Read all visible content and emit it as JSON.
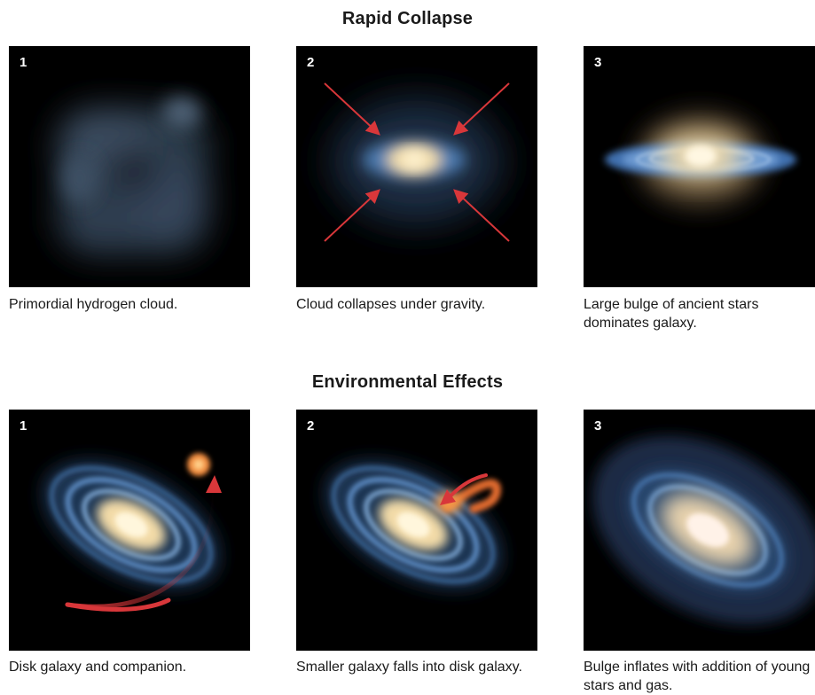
{
  "sections": [
    {
      "title": "Rapid Collapse",
      "panels": [
        {
          "number": "1",
          "caption": "Primordial hydrogen cloud."
        },
        {
          "number": "2",
          "caption": "Cloud collapses under gravity."
        },
        {
          "number": "3",
          "caption": "Large bulge of ancient stars dominates galaxy."
        }
      ]
    },
    {
      "title": "Environmental Effects",
      "panels": [
        {
          "number": "1",
          "caption": "Disk galaxy and companion."
        },
        {
          "number": "2",
          "caption": "Smaller galaxy falls into disk galaxy."
        },
        {
          "number": "3",
          "caption": "Bulge inflates with addition of young stars and gas."
        }
      ]
    }
  ],
  "colors": {
    "arrow": "#d8373a",
    "glow": "#fff1c8",
    "disk": "#5d8ec8",
    "companion": "#f08a3c"
  }
}
